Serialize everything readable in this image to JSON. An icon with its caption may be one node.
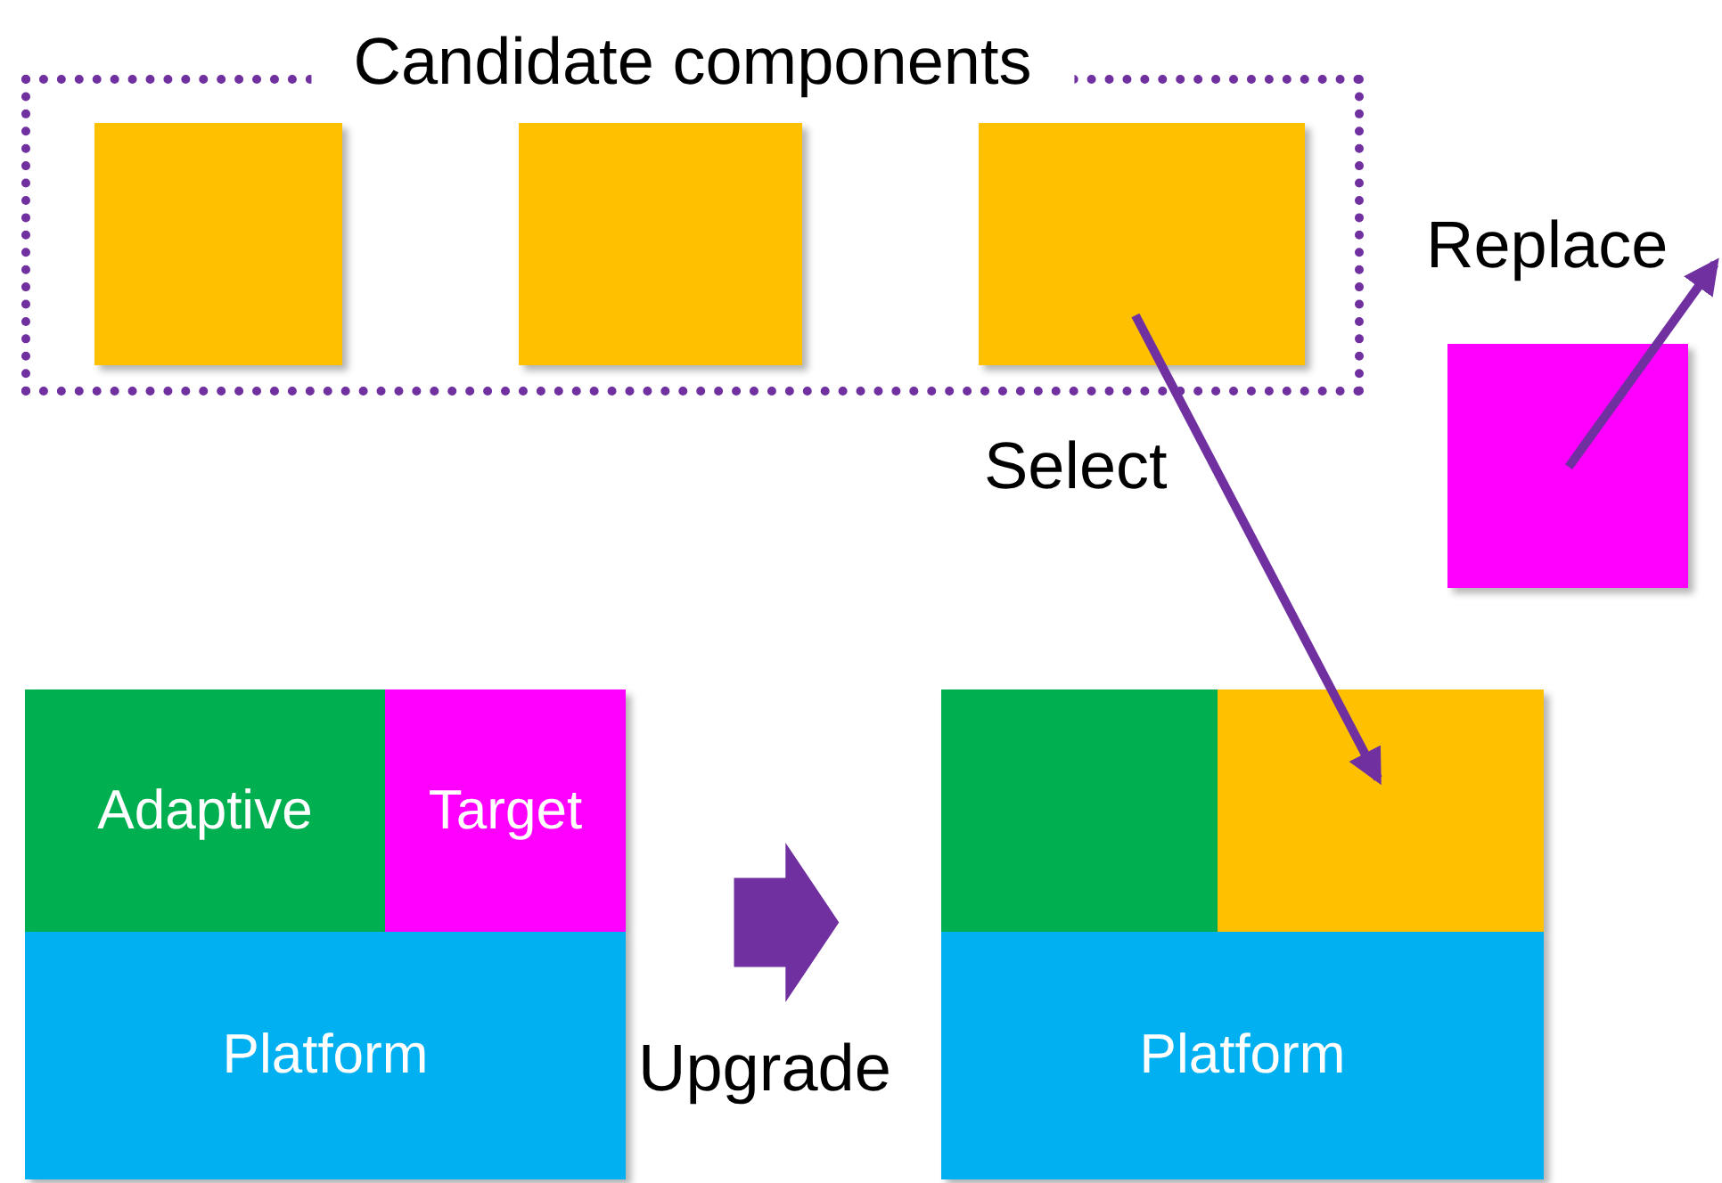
{
  "diagram": {
    "nodes": [
      {
        "text": [
          "Candidate components"
        ]
      },
      {
        "text": [],
        "shape": "box",
        "in": 0
      },
      {
        "text": [],
        "shape": "box",
        "in": 0
      },
      {
        "text": [],
        "shape": "box",
        "in": 0
      },
      {
        "text": [],
        "shape": "box"
      },
      {
        "text": [
          "Adaptive"
        ]
      },
      {
        "text": [
          "Target"
        ]
      },
      {
        "text": [
          "Platform"
        ]
      },
      {
        "text": [],
        "shape": "box"
      },
      {
        "text": [],
        "shape": "box"
      },
      {
        "text": [
          "Platform"
        ]
      }
    ],
    "edges": [
      {
        "from": 3,
        "to": 9,
        "arrow": "to",
        "label": "Select"
      },
      {
        "from": 4,
        "to": null,
        "arrow": "to",
        "label": "Replace"
      },
      {
        "from": 6,
        "to": 8,
        "arrow": "to",
        "label": "Upgrade",
        "style": "thick"
      }
    ]
  }
}
